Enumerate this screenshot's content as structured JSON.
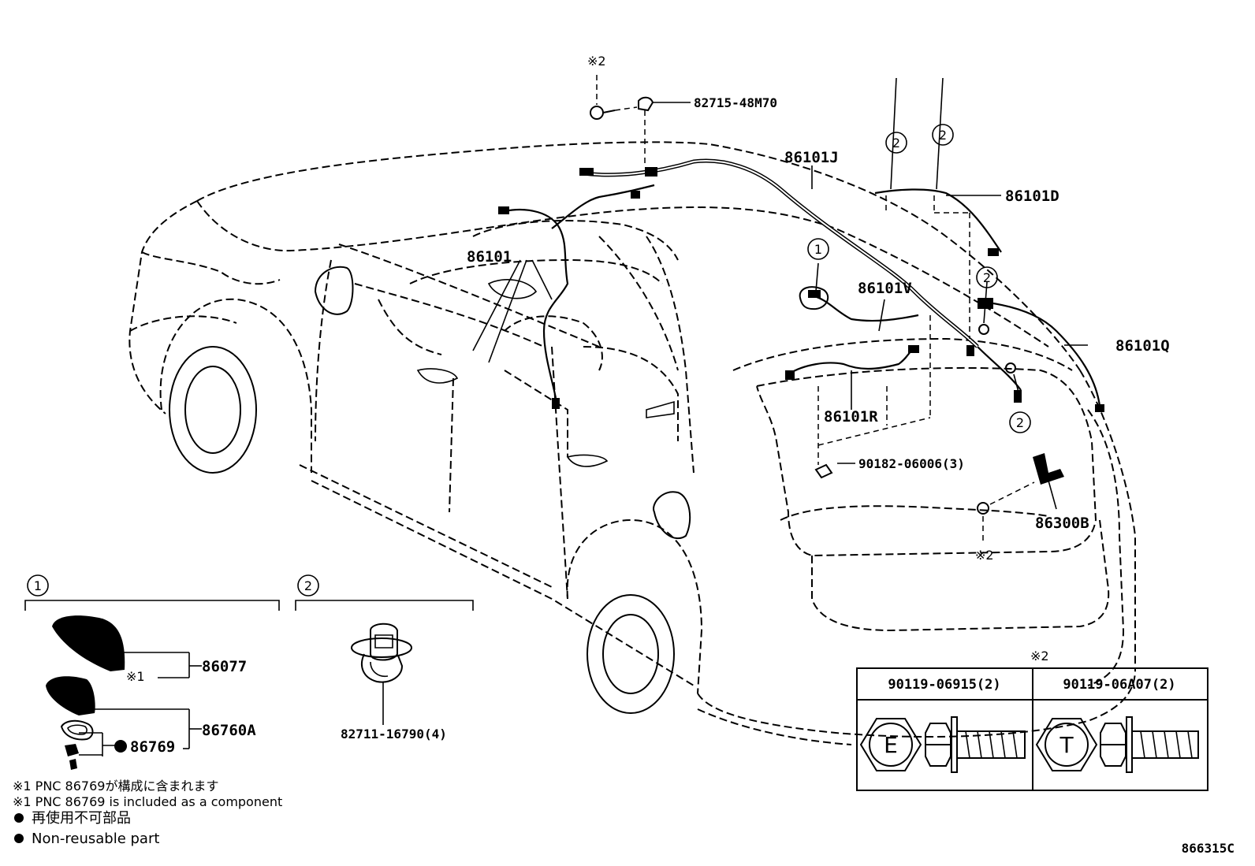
{
  "labels": {
    "p82715": "82715-48M70",
    "p86101J": "86101J",
    "p86101D": "86101D",
    "p86101": "86101",
    "p86101V": "86101V",
    "p86101Q": "86101Q",
    "p86101R": "86101R",
    "p90182": "90182-06006(3)",
    "p86300B": "86300B",
    "p86077": "86077",
    "p86760A": "86760A",
    "p86769": "86769",
    "p82711": "82711-16790(4)"
  },
  "markers": {
    "kome2": "※2",
    "kome1": "※1",
    "circle1": "1",
    "circle2": "2"
  },
  "bolt_table": {
    "title": "※2",
    "col1_header": "90119-06915(2)",
    "col2_header": "90119-06A07(2)",
    "col1_symbol": "E",
    "col2_symbol": "T"
  },
  "legend": {
    "note_ja": "※1 PNC 86769が構成に含まれます",
    "note_en": "※1 PNC 86769 is included as a component",
    "nonreuse_ja": "再使用不可部品",
    "nonreuse_en": "Non-reusable part"
  },
  "figure_id": "866315C"
}
